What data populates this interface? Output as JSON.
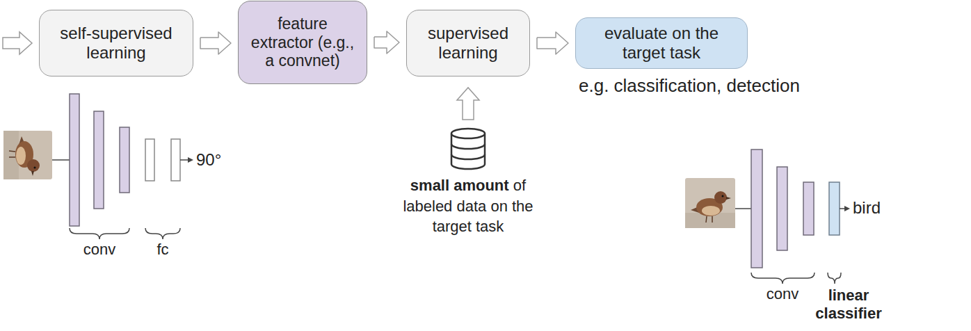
{
  "diagram": {
    "nodes": [
      {
        "text": [
          "self-supervised learning"
        ]
      },
      {
        "text": [
          "feature extractor (e.g., a convnet)"
        ]
      },
      {
        "text": [
          "supervised learning"
        ]
      },
      {
        "text": [
          "evaluate on the target task"
        ]
      }
    ],
    "edges": [
      {
        "from": 0,
        "to": 1,
        "arrow": "to"
      },
      {
        "from": 1,
        "to": 2,
        "arrow": "to"
      },
      {
        "from": 2,
        "to": 3,
        "arrow": "to"
      }
    ],
    "labels": [
      "e.g. classification, detection",
      "small amount",
      "of labeled data on the target task",
      "90°",
      "conv",
      "fc",
      "bird",
      "conv",
      "linear classifier"
    ]
  }
}
